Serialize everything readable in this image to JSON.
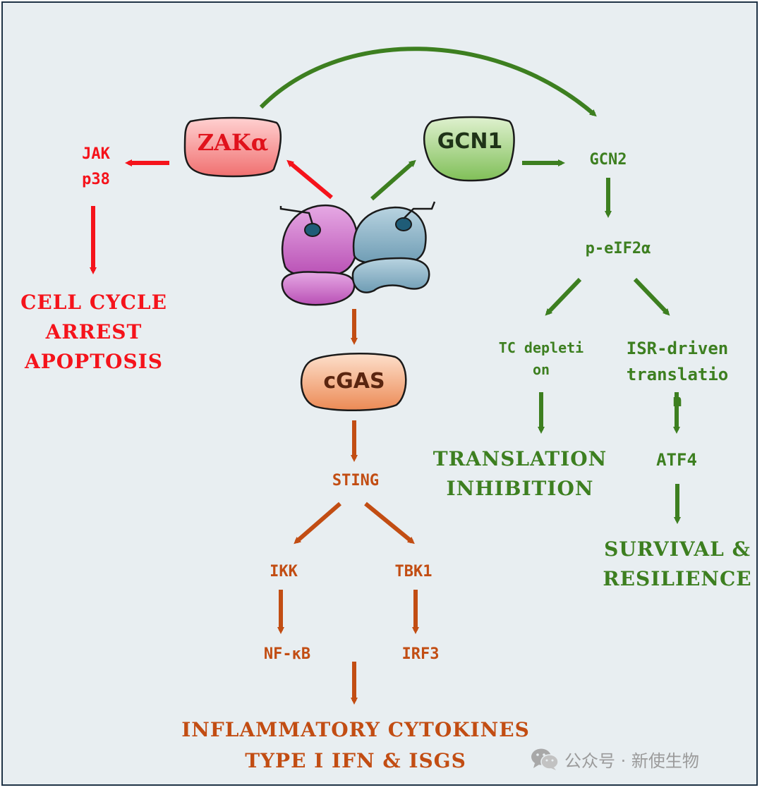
{
  "nodes": {
    "zak": "ZAKα",
    "gcn1": "GCN1",
    "cgas": "cGAS"
  },
  "labels": {
    "jak": "JAK",
    "p38": "p38",
    "gcn2": "GCN2",
    "peif2a": "p-eIF2α",
    "tc_depletion": "TC depletion",
    "isr_driven": "ISR-driven translation",
    "atf4": "ATF4",
    "sting": "STING",
    "ikk": "IKK",
    "tbk1": "TBK1",
    "nfkb": "NF-κB",
    "irf3": "IRF3"
  },
  "outcomes": {
    "cell_cycle_1": "CELL CYCLE",
    "cell_cycle_2": "ARREST",
    "cell_cycle_3": "APOPTOSIS",
    "translation_1": "TRANSLATION",
    "translation_2": "INHIBITION",
    "survival_1": "SURVIVAL &",
    "survival_2": "RESILIENCE",
    "inflammatory_1": "INFLAMMATORY CYTOKINES",
    "inflammatory_2": "TYPE I IFN & ISGS"
  },
  "watermark": {
    "text": "公众号 · 新使生物",
    "icon": "wechat-icon"
  },
  "colors": {
    "red": "#f5131b",
    "green": "#3d7f20",
    "orange": "#c24d13",
    "background": "#e8eef1"
  }
}
